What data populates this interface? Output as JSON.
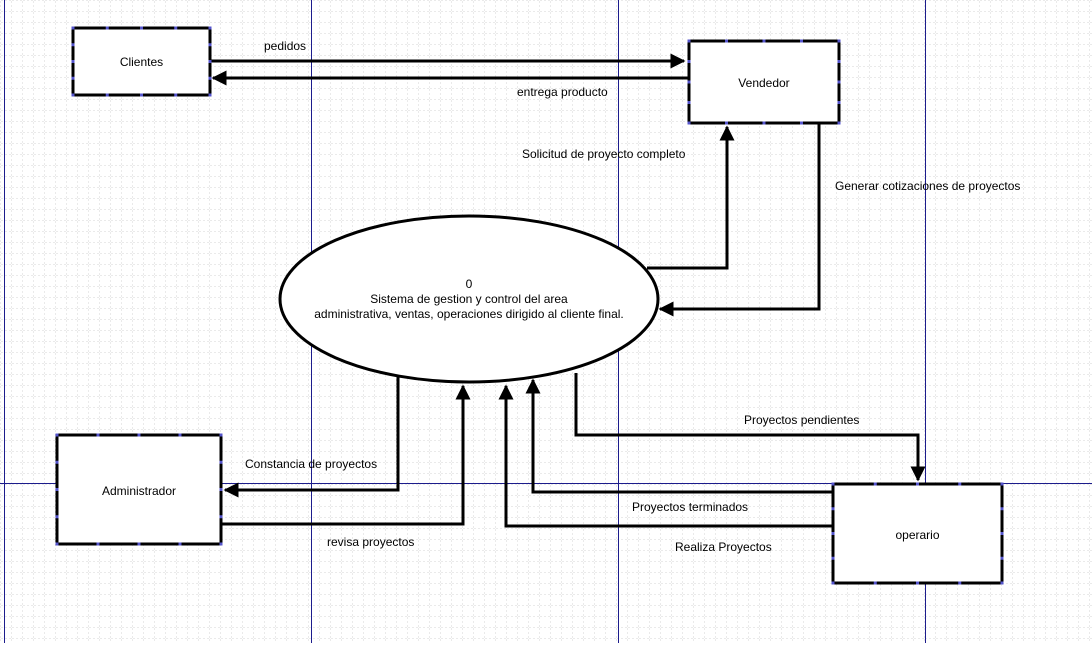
{
  "diagram": {
    "entities": {
      "clientes": "Clientes",
      "vendedor": "Vendedor",
      "administrador": "Administrador",
      "operario": "operario"
    },
    "process": {
      "number": "0",
      "line1": "Sistema de gestion y control del area",
      "line2": "administrativa, ventas, operaciones dirigido al cliente final."
    },
    "flows": {
      "pedidos": "pedidos",
      "entrega_producto": "entrega producto",
      "solicitud": "Solicitud de proyecto completo",
      "generar": "Generar cotizaciones de proyectos",
      "constancia": "Constancia de proyectos",
      "revisa": "revisa  proyectos",
      "pendientes": "Proyectos pendientes",
      "terminados": "Proyectos terminados",
      "realiza": "Realiza Proyectos"
    }
  },
  "colors": {
    "grid_minor": "#d6d6d6",
    "grid_major": "#1c1c8c",
    "stroke": "#000000",
    "handle": "#5555cc"
  }
}
